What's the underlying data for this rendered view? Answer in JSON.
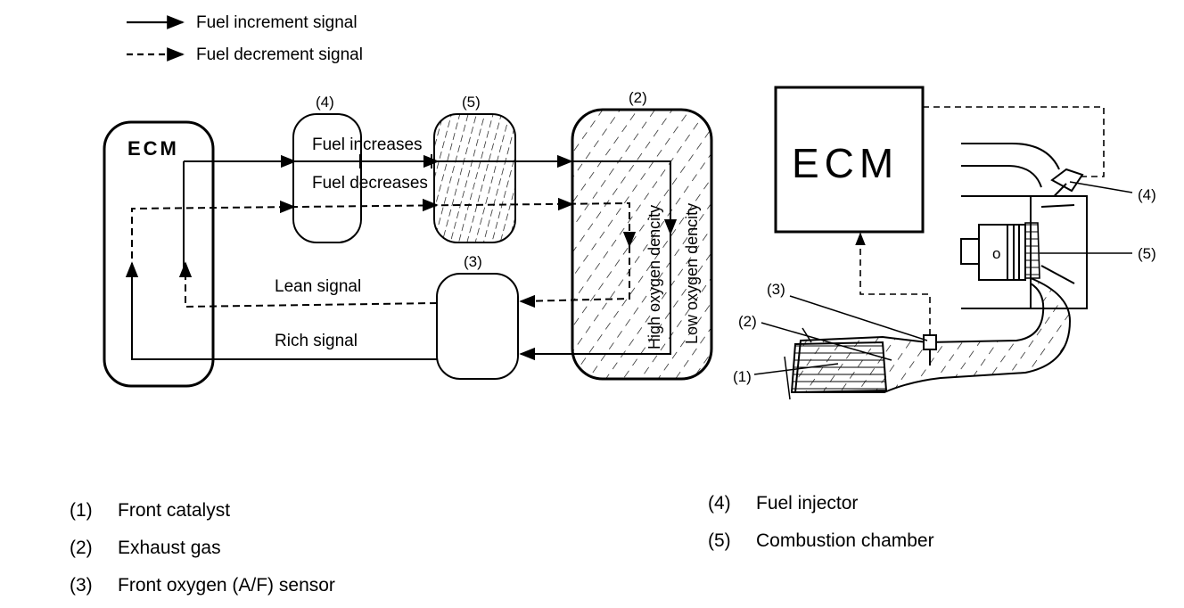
{
  "legend": {
    "increment_label": "Fuel increment signal",
    "decrement_label": "Fuel decrement signal"
  },
  "flow": {
    "ecm_label": "ECM",
    "box4_num": "(4)",
    "box5_num": "(5)",
    "box2_num": "(2)",
    "box3_num": "(3)",
    "fuel_increases": "Fuel increases",
    "fuel_decreases": "Fuel decreases",
    "high_oxygen": "High oxygen dencity",
    "low_oxygen": "Low oxygen dencity",
    "lean_signal": "Lean signal",
    "rich_signal": "Rich signal"
  },
  "engine": {
    "ecm_label": "ECM",
    "callout_4": "(4)",
    "callout_5": "(5)",
    "callout_3": "(3)",
    "callout_2": "(2)",
    "callout_1": "(1)",
    "piston_mark": "o"
  },
  "key": {
    "items": [
      {
        "num": "(1)",
        "text": "Front catalyst"
      },
      {
        "num": "(2)",
        "text": "Exhaust gas"
      },
      {
        "num": "(3)",
        "text": "Front oxygen (A/F) sensor"
      },
      {
        "num": "(4)",
        "text": "Fuel injector"
      },
      {
        "num": "(5)",
        "text": "Combustion chamber"
      }
    ]
  }
}
